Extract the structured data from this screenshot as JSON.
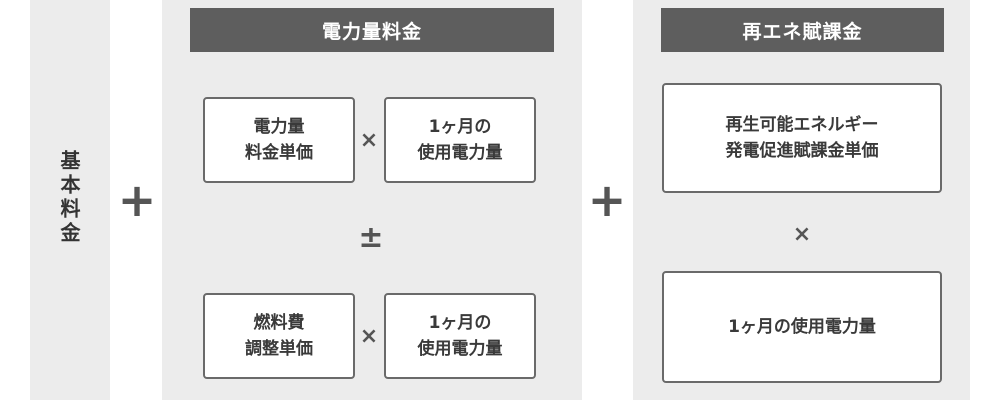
{
  "basic_fee": {
    "label": "基本料金"
  },
  "operators": {
    "plus": "+",
    "times": "×",
    "plus_minus": "±"
  },
  "energy_charge": {
    "header": "電力量料金",
    "row1": {
      "left_line1": "電力量",
      "left_line2": "料金単価",
      "right_line1": "1ヶ月の",
      "right_line2": "使用電力量"
    },
    "row2": {
      "left_line1": "燃料費",
      "left_line2": "調整単価",
      "right_line1": "1ヶ月の",
      "right_line2": "使用電力量"
    }
  },
  "renewable_levy": {
    "header": "再エネ賦課金",
    "top_line1": "再生可能エネルギー",
    "top_line2": "発電促進賦課金単価",
    "bottom": "1ヶ月の使用電力量"
  },
  "colors": {
    "panel_bg": "#ececec",
    "header_bg": "#5e5e5e",
    "border": "#6a6a6a",
    "text": "#333333"
  }
}
